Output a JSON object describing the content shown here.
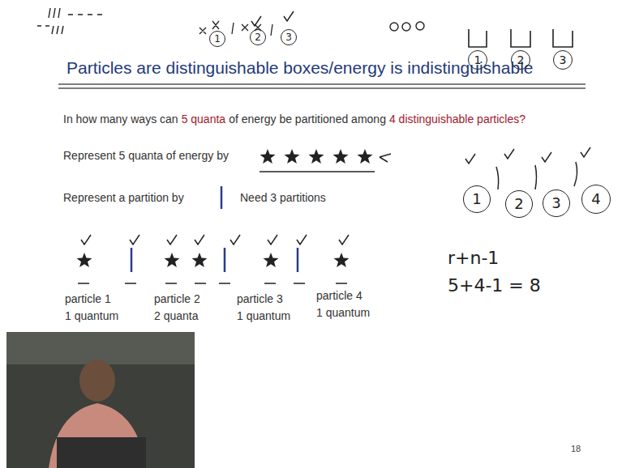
{
  "diagram": {
    "title": "Particles are distinguishable boxes/energy is indistinguishable",
    "nodes": [
      {
        "text": [
          "1"
        ]
      },
      {
        "text": [
          "2"
        ]
      },
      {
        "text": [
          "3"
        ]
      },
      {
        "text": [
          "1"
        ]
      },
      {
        "text": [
          "2"
        ]
      },
      {
        "text": [
          "3"
        ]
      },
      {
        "text": [
          "1"
        ]
      },
      {
        "text": [
          "2"
        ]
      },
      {
        "text": [
          "3"
        ]
      },
      {
        "text": [
          "4"
        ]
      }
    ],
    "labels": [
      "In how many ways can",
      "5 quanta",
      "of energy be partitioned among",
      "4 distinguishable particles?",
      "Represent 5 quanta of energy by",
      "Represent a partition by",
      "Need 3 partitions",
      "particle 1",
      "1 quantum",
      "particle 2",
      "2 quanta",
      "particle 3",
      "1 quantum",
      "particle 4",
      "1 quantum",
      "r+n-1",
      "5+4-1 = 8",
      "18"
    ]
  }
}
